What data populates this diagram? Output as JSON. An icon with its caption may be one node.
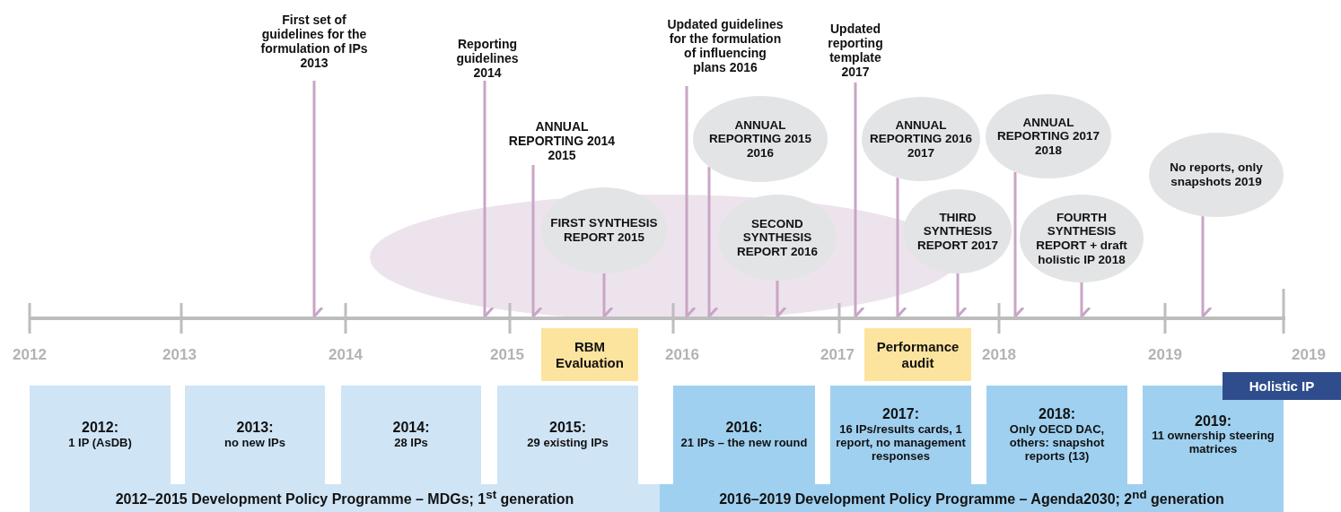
{
  "diagram": {
    "nodes": [
      {
        "text": [
          "First set of guidelines for the formulation of IPs 2013"
        ]
      },
      {
        "text": [
          "Reporting guidelines 2014"
        ]
      },
      {
        "text": [
          "ANNUAL REPORTING 2014 2015"
        ]
      },
      {
        "text": [
          "FIRST SYNTHESIS REPORT 2015"
        ]
      },
      {
        "text": [
          "Updated guidelines for the formulation of influencing plans 2016"
        ]
      },
      {
        "text": [
          "ANNUAL REPORTING 2015 2016"
        ]
      },
      {
        "text": [
          "SECOND SYNTHESIS REPORT 2016"
        ]
      },
      {
        "text": [
          "Updated reporting template 2017"
        ]
      },
      {
        "text": [
          "ANNUAL REPORTING 2016 2017"
        ]
      },
      {
        "text": [
          "THIRD SYNTHESIS REPORT 2017"
        ]
      },
      {
        "text": [
          "ANNUAL REPORTING 2017 2018"
        ]
      },
      {
        "text": [
          "FOURTH SYNTHESIS REPORT + draft holistic IP 2018"
        ]
      },
      {
        "text": [
          "No reports, only snapshots 2019"
        ]
      },
      {
        "text": [
          "RBM Evaluation"
        ]
      },
      {
        "text": [
          "Performance audit"
        ]
      },
      {
        "text": [
          "Holistic IP"
        ]
      },
      {
        "text": [
          "2012:",
          "1 IP (AsDB)"
        ]
      },
      {
        "text": [
          "2013:",
          "no new IPs"
        ]
      },
      {
        "text": [
          "2014:",
          "28 IPs"
        ]
      },
      {
        "text": [
          "2015:",
          "29 existing IPs"
        ]
      },
      {
        "text": [
          "2016:",
          "21 IPs – the new round"
        ]
      },
      {
        "text": [
          "2017:",
          "16 IPs/results cards, 1 report, no management responses"
        ]
      },
      {
        "text": [
          "2018:",
          "Only OECD DAC, others: snapshot reports (13)"
        ]
      },
      {
        "text": [
          "2019:",
          "11 ownership steering matrices"
        ]
      },
      {
        "text": [
          "2012–2015 Development Policy Programme – MDGs; 1$^{st}$ generation"
        ]
      },
      {
        "text": [
          "2016–2019 Development Policy Programme – Agenda2030; 2$^{nd}$ generation"
        ]
      },
      {
        "text": [],
        "shape": "line"
      }
    ],
    "edges": [
      {
        "from": 0,
        "to": 26,
        "arrow": "to"
      },
      {
        "from": 1,
        "to": 26,
        "arrow": "to"
      },
      {
        "from": 2,
        "to": 26,
        "arrow": "to"
      },
      {
        "from": 3,
        "to": 26,
        "arrow": "to"
      },
      {
        "from": 4,
        "to": 26,
        "arrow": "to"
      },
      {
        "from": 5,
        "to": 26,
        "arrow": "to"
      },
      {
        "from": 6,
        "to": 26,
        "arrow": "to"
      },
      {
        "from": 7,
        "to": 26,
        "arrow": "to"
      },
      {
        "from": 8,
        "to": 26,
        "arrow": "to"
      },
      {
        "from": 9,
        "to": 26,
        "arrow": "to"
      },
      {
        "from": 10,
        "to": 26,
        "arrow": "to"
      },
      {
        "from": 11,
        "to": 26,
        "arrow": "to"
      },
      {
        "from": 12,
        "to": 26,
        "arrow": "to"
      }
    ],
    "labels": [
      "2012",
      "2013",
      "2014",
      "2015",
      "2016",
      "2017",
      "2018",
      "2019",
      "2019"
    ]
  }
}
